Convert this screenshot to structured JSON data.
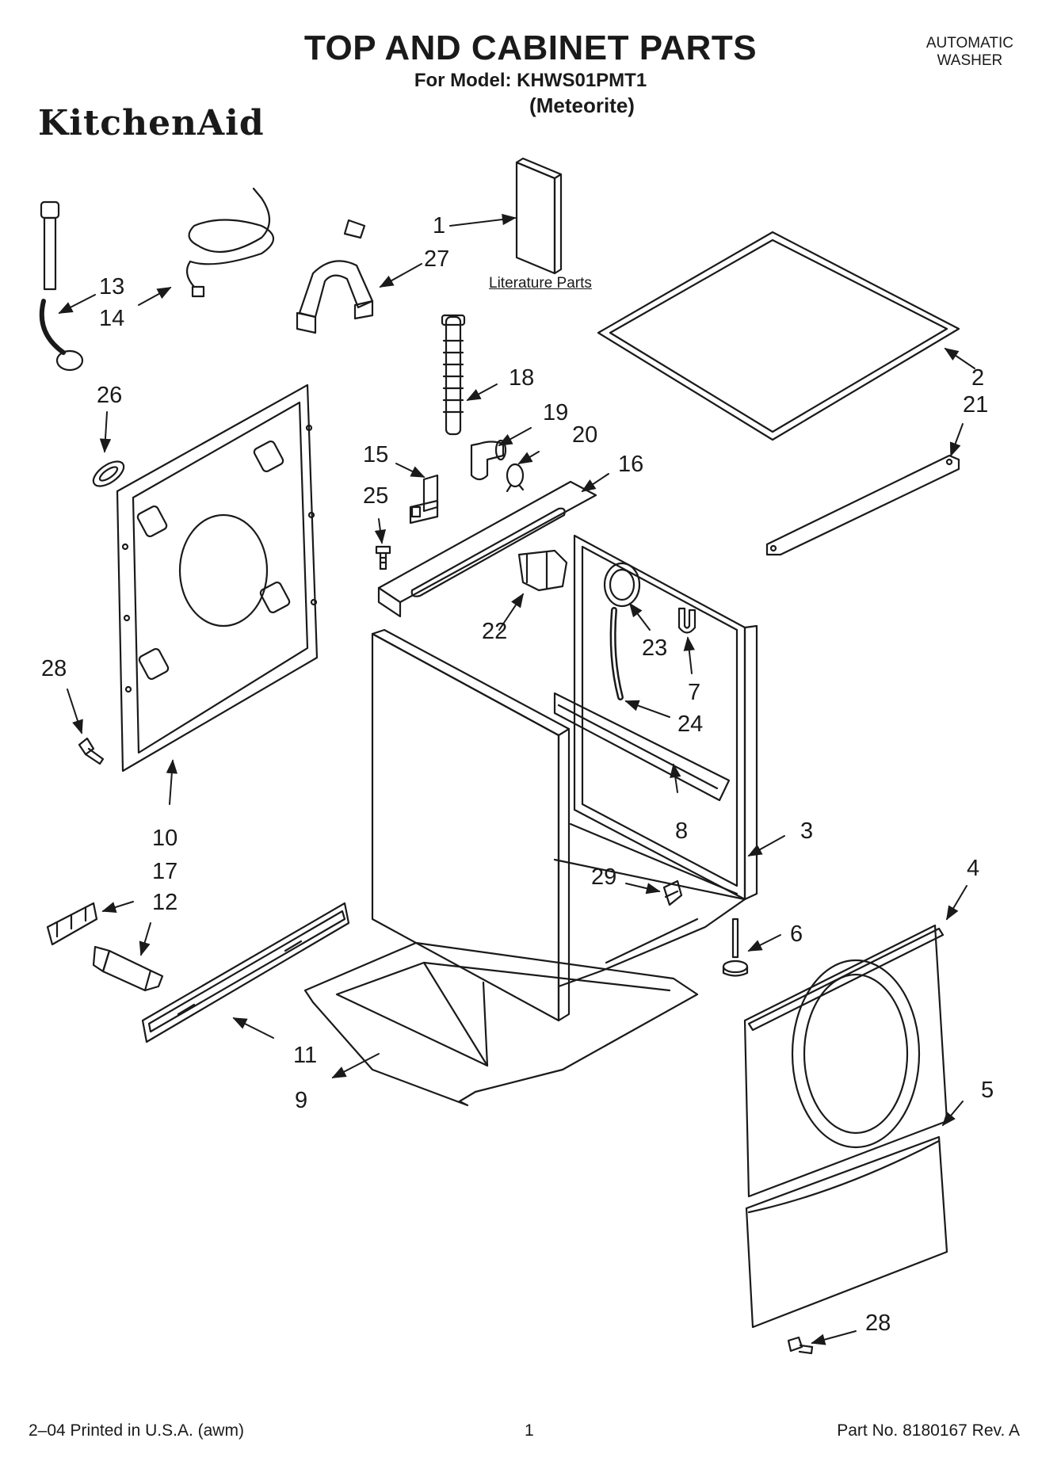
{
  "header": {
    "title": "TOP AND CABINET PARTS",
    "model_line": "For Model: KHWS01PMT1",
    "variant": "(Meteorite)",
    "product_type_line1": "AUTOMATIC",
    "product_type_line2": "WASHER",
    "brand": "KitchenAid"
  },
  "literature_label": "Literature Parts",
  "callouts": [
    "1",
    "2",
    "3",
    "4",
    "5",
    "6",
    "7",
    "8",
    "9",
    "10",
    "11",
    "12",
    "13",
    "14",
    "15",
    "16",
    "17",
    "18",
    "19",
    "20",
    "21",
    "22",
    "23",
    "24",
    "25",
    "26",
    "27",
    "28",
    "29",
    "28"
  ],
  "footer": {
    "print_info": "2–04 Printed in U.S.A. (awm)",
    "page_number": "1",
    "part_number": "Part No. 8180167 Rev. A"
  },
  "colors": {
    "ink": "#1a1a1a",
    "paper": "#ffffff"
  }
}
